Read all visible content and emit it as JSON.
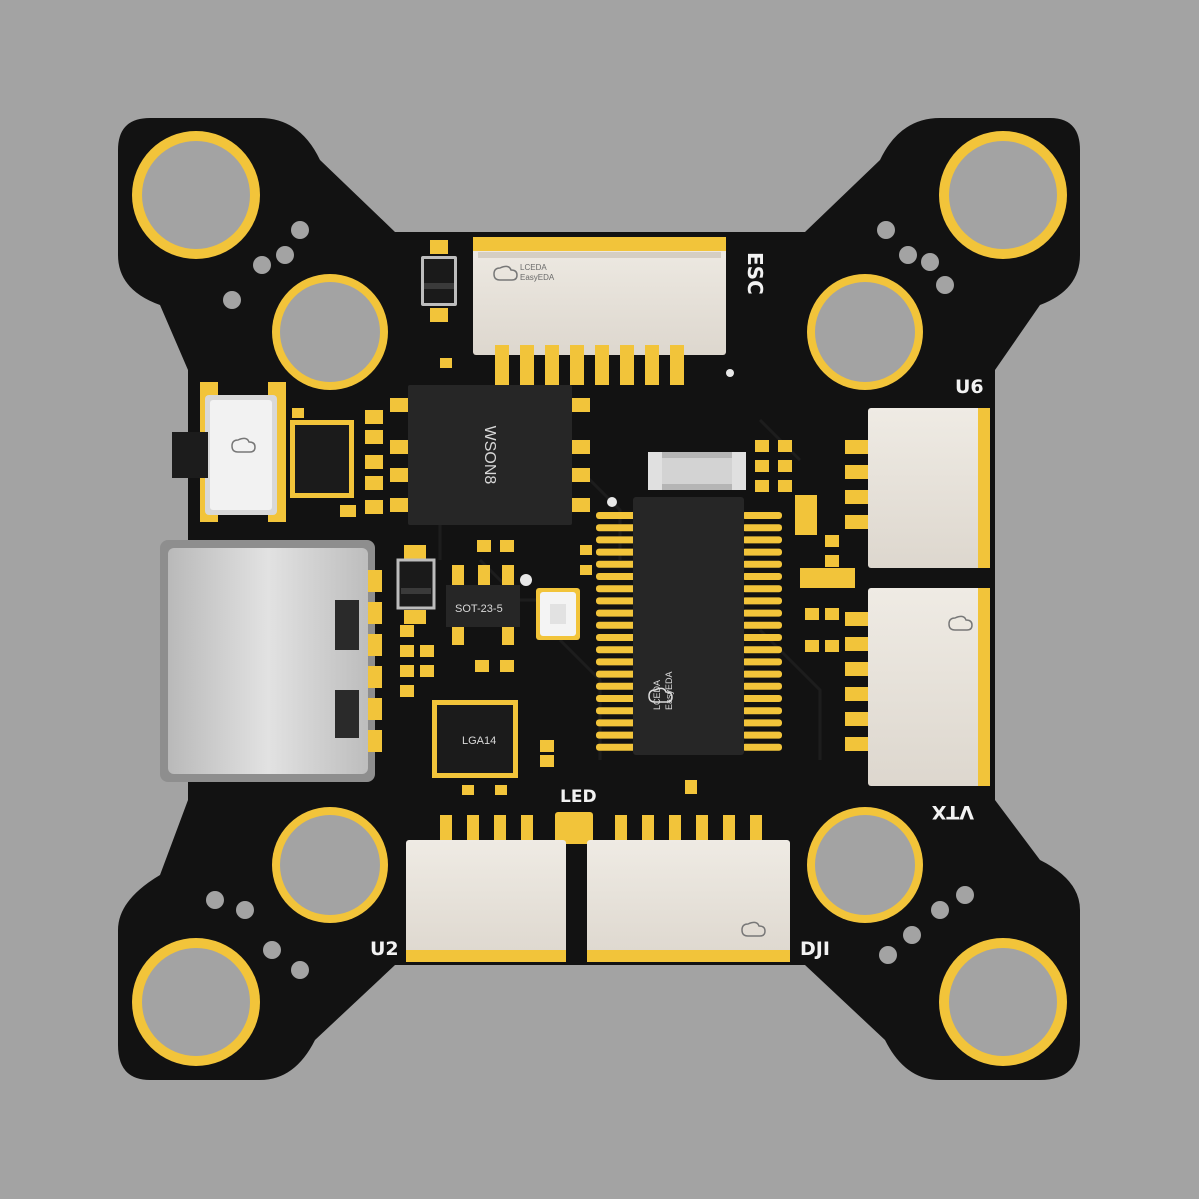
{
  "board": {
    "labels": {
      "esc": "ESC",
      "u6": "U6",
      "vtx": "VTX",
      "dji": "DJI",
      "u2": "U2",
      "led": "LED"
    },
    "chips": {
      "flash": "WSON8",
      "regulator": "SOT-23-5",
      "imu": "LGA14"
    },
    "logo": {
      "line1": "LCEDA",
      "line2": "EasyEDA"
    },
    "colors": {
      "background": "#a3a3a3",
      "pcb": "#121212",
      "gold": "#f2c43a",
      "connector": "#e9e4dc",
      "silkscreen": "#f2f2f2",
      "usb_metal": "#cfcfcf"
    }
  }
}
